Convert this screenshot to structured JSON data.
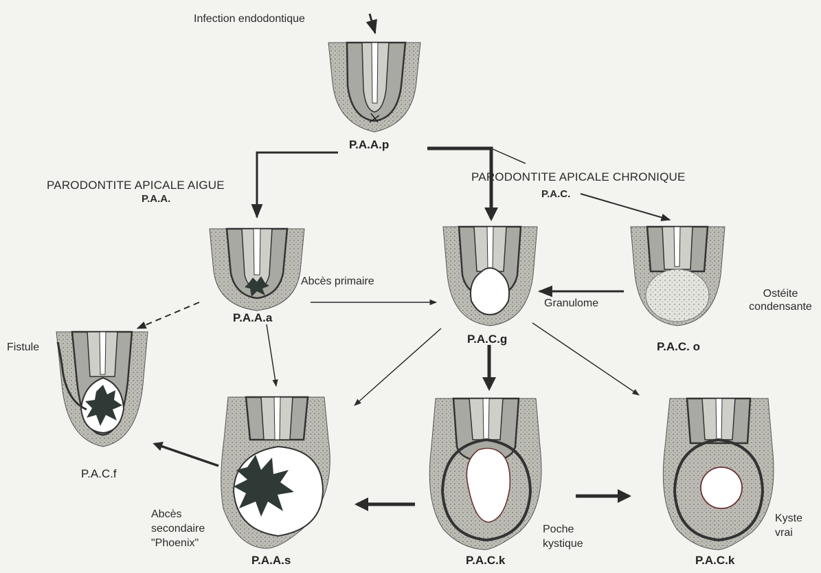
{
  "diagram": {
    "colors": {
      "ink": "#2b2b2b",
      "tissue": "#b6b6b0",
      "pulp": "#ffffff",
      "lesion": "#2f3a36",
      "paper": "#f3f3f0"
    },
    "labels": {
      "infection": "Infection endodontique",
      "paa_p": "P.A.A.p",
      "paa_title": "PARODONTITE APICALE AIGUE",
      "paa_abbr": "P.A.A.",
      "pac_title": "PARODONTITE APICALE CHRONIQUE",
      "pac_abbr": "P.A.C.",
      "abces_primaire": "Abcès primaire",
      "paa_a": "P.A.A.a",
      "granulome": "Granulome",
      "osteite": "Ostéite condensante",
      "pac_g": "P.A.C.g",
      "pac_o": "P.A.C. o",
      "fistule": "Fistule",
      "pac_f": "P.A.C.f",
      "abces_secondaire": "Abcès secondaire \"Phoenix\"",
      "paa_s": "P.A.A.s",
      "poche": "Poche kystique",
      "pac_k1": "P.A.C.k",
      "kyste": "Kyste vrai",
      "pac_k2": "P.A.C.k"
    }
  }
}
